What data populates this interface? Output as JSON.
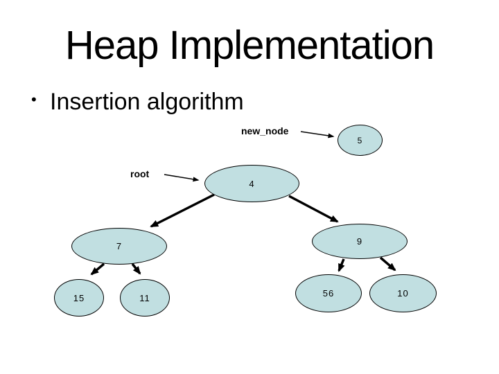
{
  "slide": {
    "title": "Heap Implementation",
    "bullet_glyph": "•",
    "bullet_text": "Insertion algorithm"
  },
  "diagram": {
    "pointer_labels": {
      "new_node": "new_node",
      "root": "root"
    },
    "nodes": [
      {
        "id": "new_node",
        "value": "5"
      },
      {
        "id": "root",
        "value": "4"
      },
      {
        "id": "root.left",
        "value": "7"
      },
      {
        "id": "root.right",
        "value": "9"
      },
      {
        "id": "root.left.left",
        "value": "15"
      },
      {
        "id": "root.left.right",
        "value": "11"
      },
      {
        "id": "root.right.left",
        "value": "56"
      },
      {
        "id": "root.right.right",
        "value": "10"
      }
    ],
    "edges": [
      {
        "from": "4",
        "to": "7"
      },
      {
        "from": "4",
        "to": "9"
      },
      {
        "from": "7",
        "to": "15"
      },
      {
        "from": "7",
        "to": "11"
      },
      {
        "from": "9",
        "to": "56"
      },
      {
        "from": "9",
        "to": "10"
      }
    ]
  },
  "colors": {
    "background": "#ffffff",
    "text": "#000000",
    "node_fill": "#c1dfe1",
    "node_border": "#000000",
    "arrow": "#000000"
  }
}
